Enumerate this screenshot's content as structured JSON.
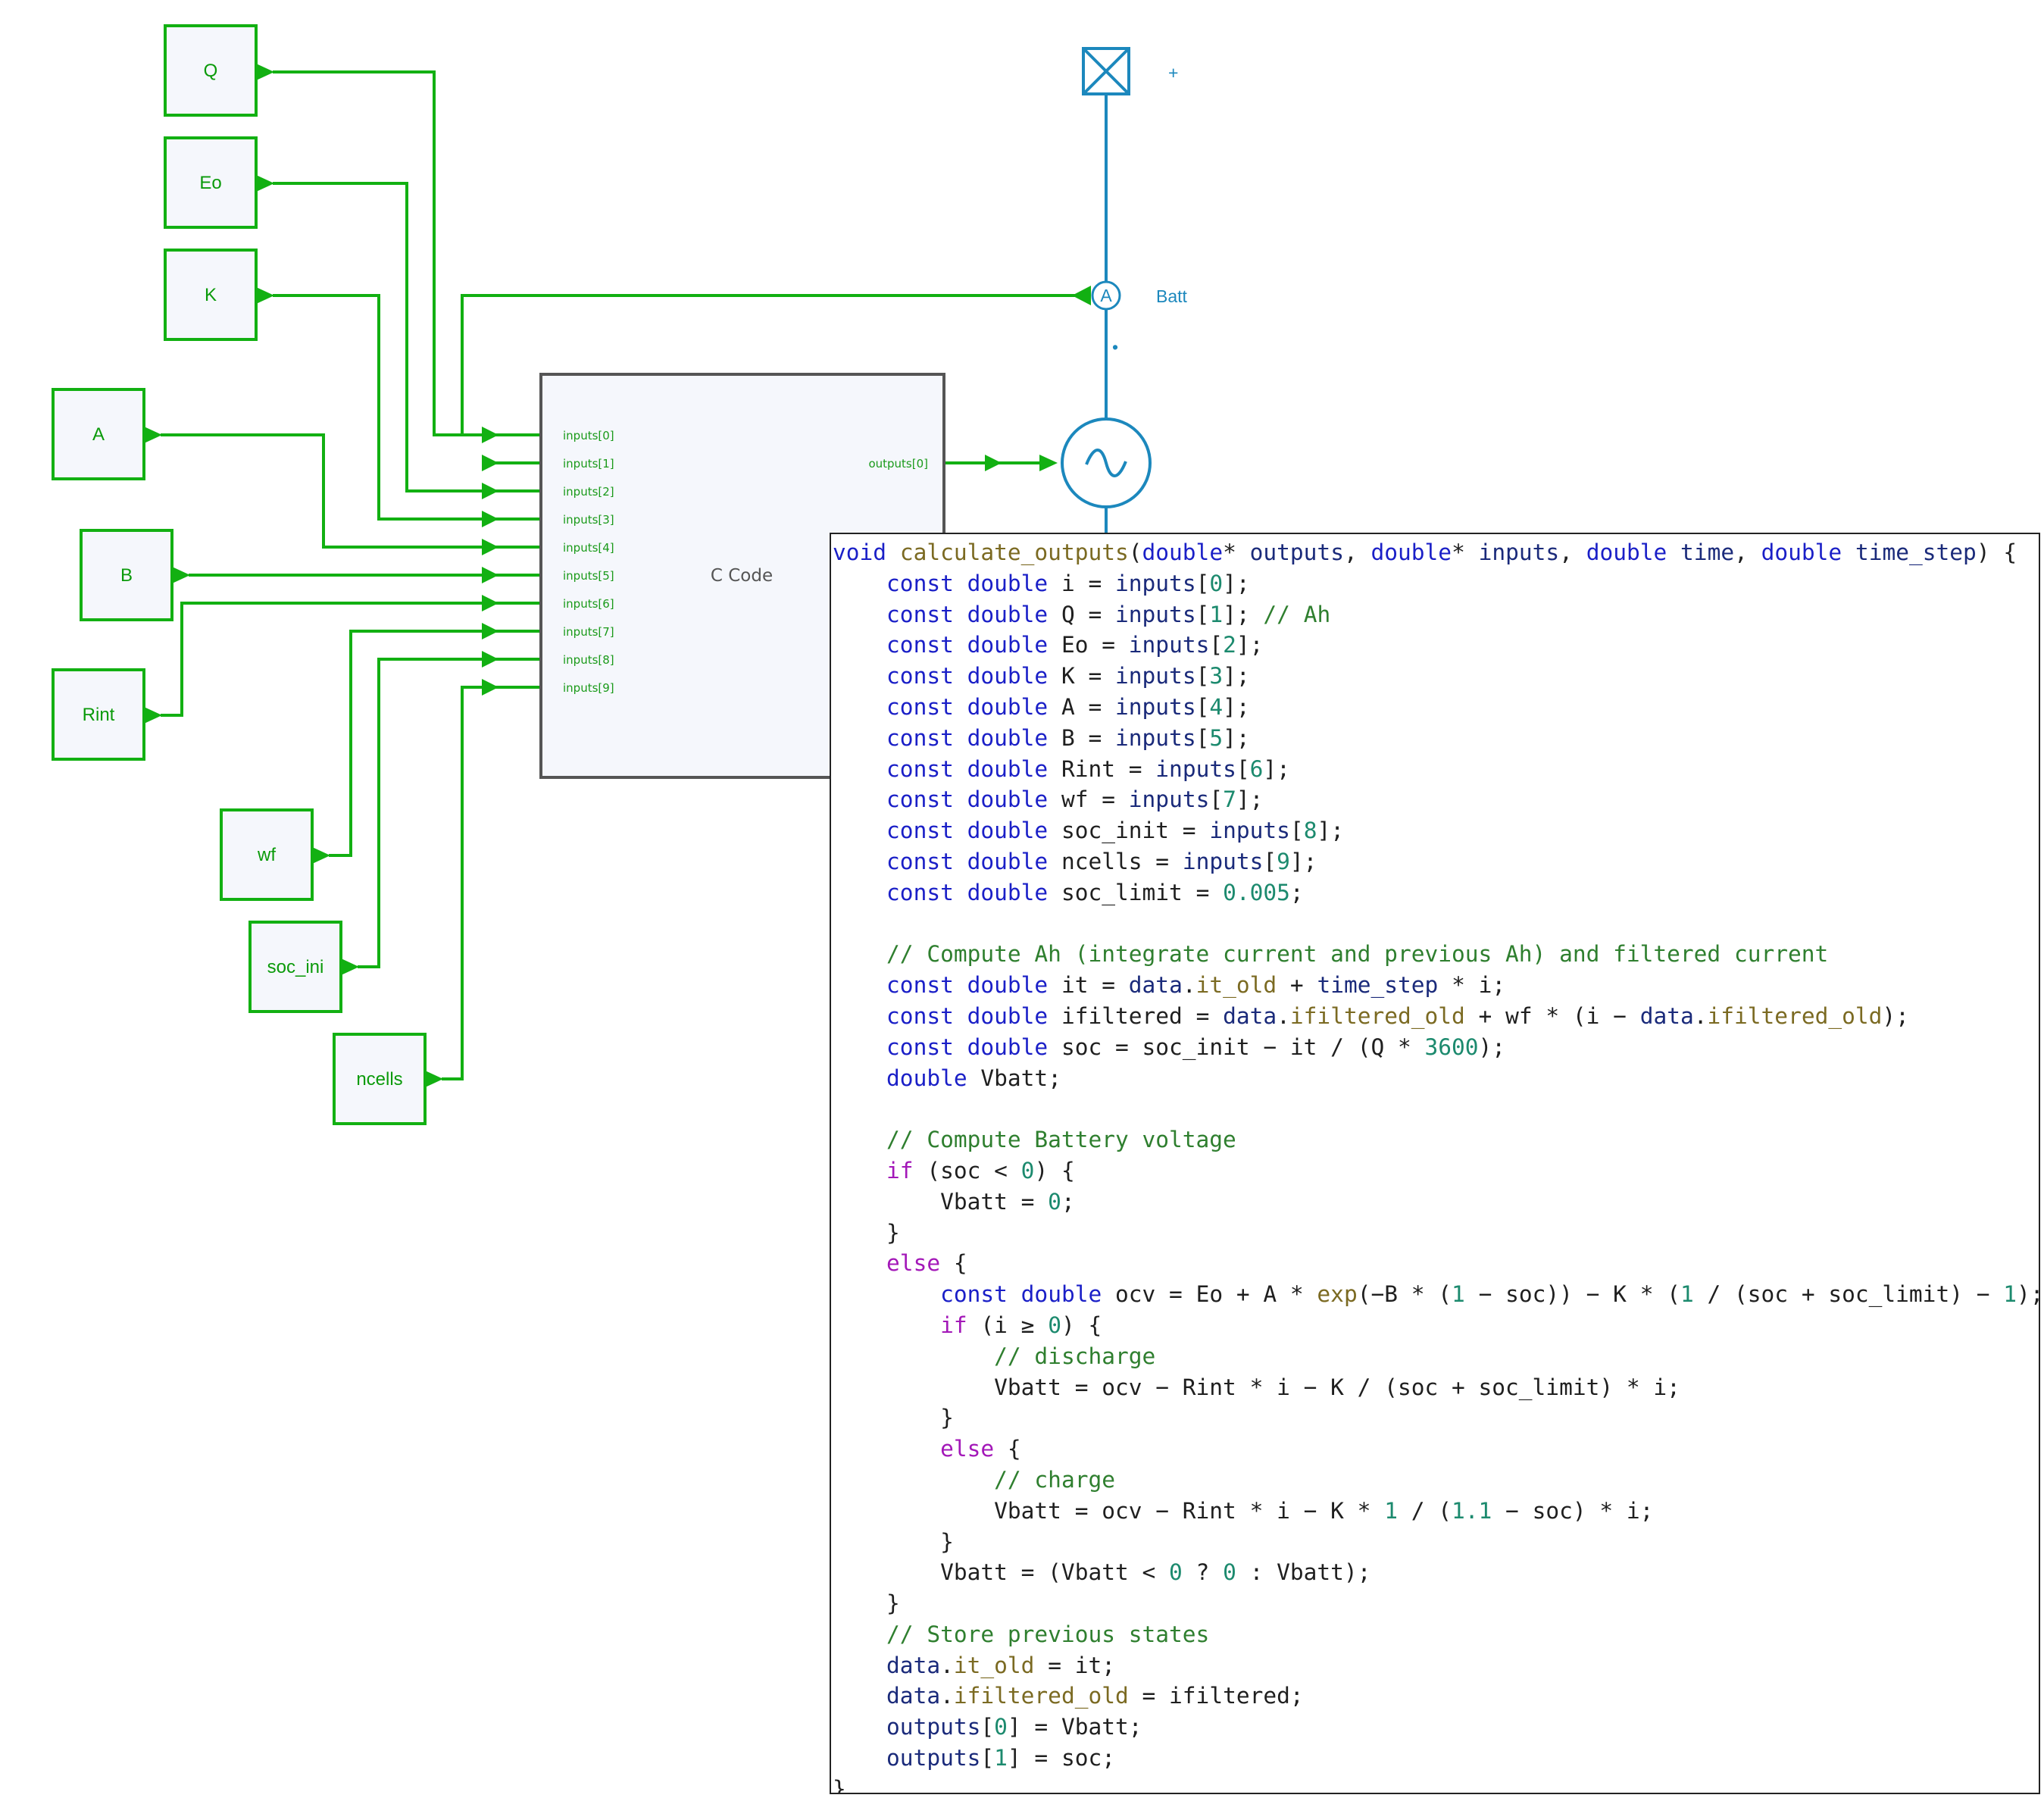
{
  "source_blocks": [
    "Q",
    "Eo",
    "K",
    "A",
    "B",
    "Rint",
    "wf",
    "soc_ini",
    "ncells"
  ],
  "ccode_block": {
    "title": "C Code",
    "input_ports": [
      "inputs[0]",
      "inputs[1]",
      "inputs[2]",
      "inputs[3]",
      "inputs[4]",
      "inputs[5]",
      "inputs[6]",
      "inputs[7]",
      "inputs[8]",
      "inputs[9]"
    ],
    "output_ports": [
      "outputs[0]"
    ]
  },
  "electrical": {
    "terminal_plus": "+",
    "ammeter_symbol": "A",
    "ammeter_label": "Batt",
    "dot": "•"
  },
  "colors": {
    "signal": "#12b012",
    "electrical": "#1c88bd",
    "block_fill": "#f5f7fc"
  },
  "code_lines": [
    "void calculate_outputs(double* outputs, double* inputs, double time, double time_step) {",
    "    const double i = inputs[0];",
    "    const double Q = inputs[1]; // Ah",
    "    const double Eo = inputs[2];",
    "    const double K = inputs[3];",
    "    const double A = inputs[4];",
    "    const double B = inputs[5];",
    "    const double Rint = inputs[6];",
    "    const double wf = inputs[7];",
    "    const double soc_init = inputs[8];",
    "    const double ncells = inputs[9];",
    "    const double soc_limit = 0.005;",
    "",
    "    // Compute Ah (integrate current and previous Ah) and filtered current",
    "    const double it = data.it_old + time_step * i;",
    "    const double ifiltered = data.ifiltered_old + wf * (i − data.ifiltered_old);",
    "    const double soc = soc_init − it / (Q * 3600);",
    "    double Vbatt;",
    "",
    "    // Compute Battery voltage",
    "    if (soc < 0) {",
    "        Vbatt = 0;",
    "    }",
    "    else {",
    "        const double ocv = Eo + A * exp(−B * (1 − soc)) − K * (1 / (soc + soc_limit) − 1);",
    "        if (i ≥ 0) {",
    "            // discharge",
    "            Vbatt = ocv − Rint * i − K / (soc + soc_limit) * i;",
    "        }",
    "        else {",
    "            // charge",
    "            Vbatt = ocv − Rint * i − K * 1 / (1.1 − soc) * i;",
    "        }",
    "        Vbatt = (Vbatt < 0 ? 0 : Vbatt);",
    "    }",
    "    // Store previous states",
    "    data.it_old = it;",
    "    data.ifiltered_old = ifiltered;",
    "    outputs[0] = Vbatt;",
    "    outputs[1] = soc;",
    "}"
  ]
}
